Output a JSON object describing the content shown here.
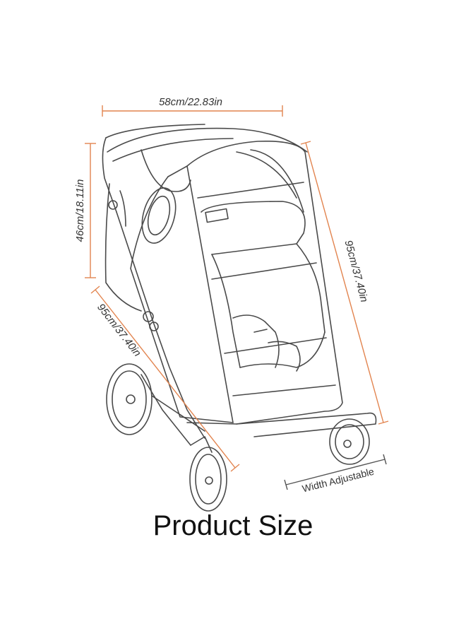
{
  "labels": {
    "top_width": "58cm/22.83in",
    "left_height": "46cm/18.11in",
    "right_length": "95cm/37.40in",
    "left_diagonal": "95cm/37.40in",
    "width_adjustable": "Width Adjustable"
  },
  "title": "Product Size",
  "colors": {
    "dimension_line": "#e2844f",
    "adjustable_line": "#555555",
    "outline": "#4a4a4a",
    "text": "#333333"
  }
}
